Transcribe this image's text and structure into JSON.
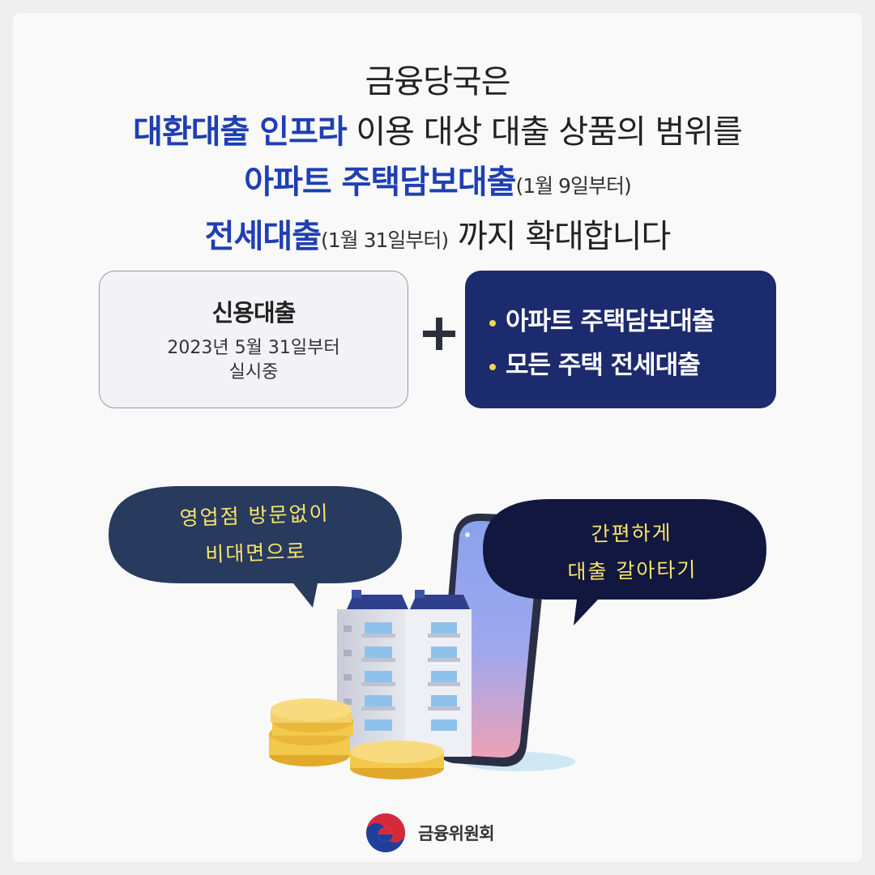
{
  "headline": {
    "line1": "금융당국은",
    "line2_emph": "대환대출 인프라",
    "line2_rest": " 이용 대상 대출 상품의 범위를",
    "line3_emph": "아파트 주택담보대출",
    "line3_note": "(1월 9일부터)",
    "line4_emph": "전세대출",
    "line4_note": "(1월 31일부터)",
    "line4_rest": " 까지 확대합니다"
  },
  "current_product": {
    "title": "신용대출",
    "since": "2023년 5월 31일부터",
    "status": "실시중"
  },
  "plus_icon": "plus-icon",
  "new_products": {
    "items": [
      {
        "label": "아파트 주택담보대출"
      },
      {
        "label": "모든 주택 전세대출"
      }
    ]
  },
  "speech_bubbles": {
    "left": {
      "line1": "영업점 방문없이",
      "line2": "비대면으로"
    },
    "right": {
      "line1": "간편하게",
      "line2": "대출 갈아타기"
    }
  },
  "footer": {
    "emblem_icon": "taegeuk-emblem-icon",
    "organization": "금융위원회"
  },
  "colors": {
    "highlight_blue": "#1f3fb2",
    "navy_box": "#1c2a6e",
    "bubble_left": "#283a5e",
    "bubble_right": "#11173f",
    "bubble_text": "#f7e36a",
    "coin_gold": "#f2c94c"
  }
}
